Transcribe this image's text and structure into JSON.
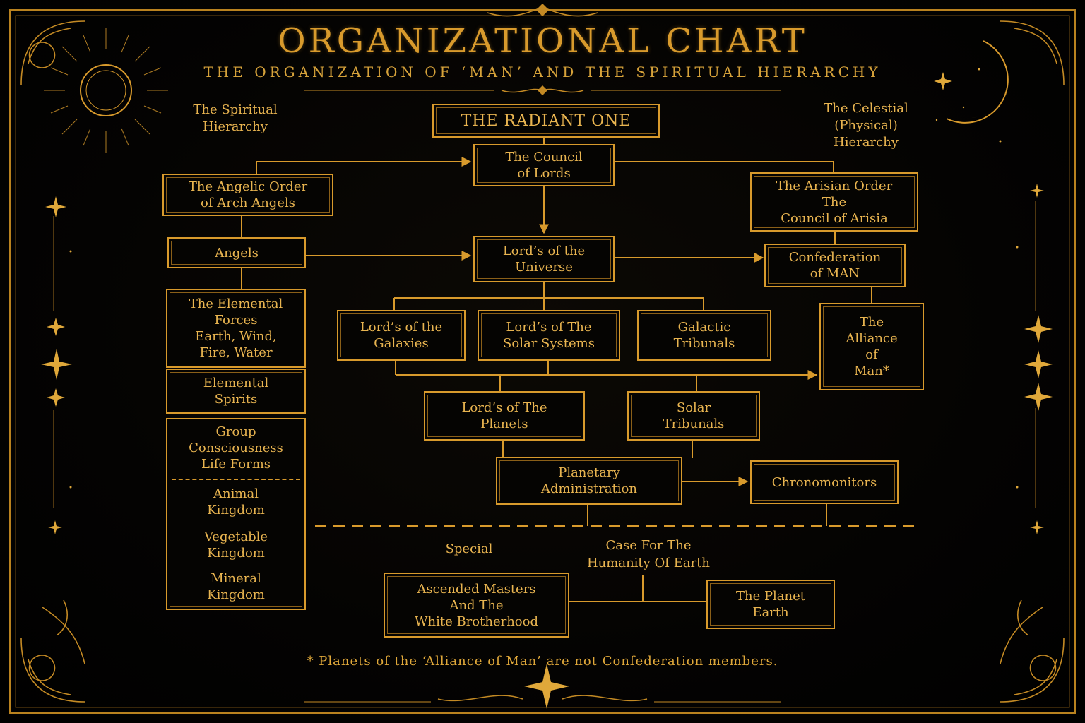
{
  "title": "ORGANIZATIONAL CHART",
  "subtitle": "THE ORGANIZATION OF ‘MAN’ AND THE SPIRITUAL HIERARCHY",
  "side_labels": {
    "spiritual": "The Spiritual\nHierarchy",
    "celestial": "The Celestial\n(Physical)\nHierarchy"
  },
  "nodes": {
    "radiant_one": "THE RADIANT ONE",
    "council_of_lords": "The Council\nof Lords",
    "angelic_order": "The Angelic Order\nof Arch Angels",
    "arisian_order": "The Arisian Order\nThe\nCouncil of Arisia",
    "angels": "Angels",
    "lords_universe": "Lord’s of the\nUniverse",
    "confederation": "Confederation\nof MAN",
    "elemental_forces": "The Elemental\nForces\nEarth, Wind,\nFire, Water",
    "lords_galaxies": "Lord’s of the\nGalaxies",
    "lords_solar": "Lord’s of The\nSolar Systems",
    "galactic_tribunals": "Galactic\nTribunals",
    "alliance": "The\nAlliance\nof\nMan*",
    "elemental_spirits": "Elemental\nSpirits",
    "lords_planets": "Lord’s of The\nPlanets",
    "solar_tribunals": "Solar\nTribunals",
    "planetary_admin": "Planetary\nAdministration",
    "chronomonitors": "Chronomonitors",
    "ascended_masters": "Ascended Masters\nAnd The\nWhite Brotherhood",
    "planet_earth": "The Planet\nEarth"
  },
  "life_forms": {
    "group": "Group\nConsciousness\nLife Forms",
    "animal": "Animal\nKingdom",
    "vegetable": "Vegetable\nKingdom",
    "mineral": "Mineral\nKingdom"
  },
  "labels": {
    "special": "Special",
    "case": "Case For The\nHumanity Of Earth"
  },
  "footnote": "* Planets of the ‘Alliance of Man’ are not Confederation members.",
  "colors": {
    "gold": "#d89a2c",
    "gold_dim": "#8a5f18",
    "background": "#000000"
  }
}
